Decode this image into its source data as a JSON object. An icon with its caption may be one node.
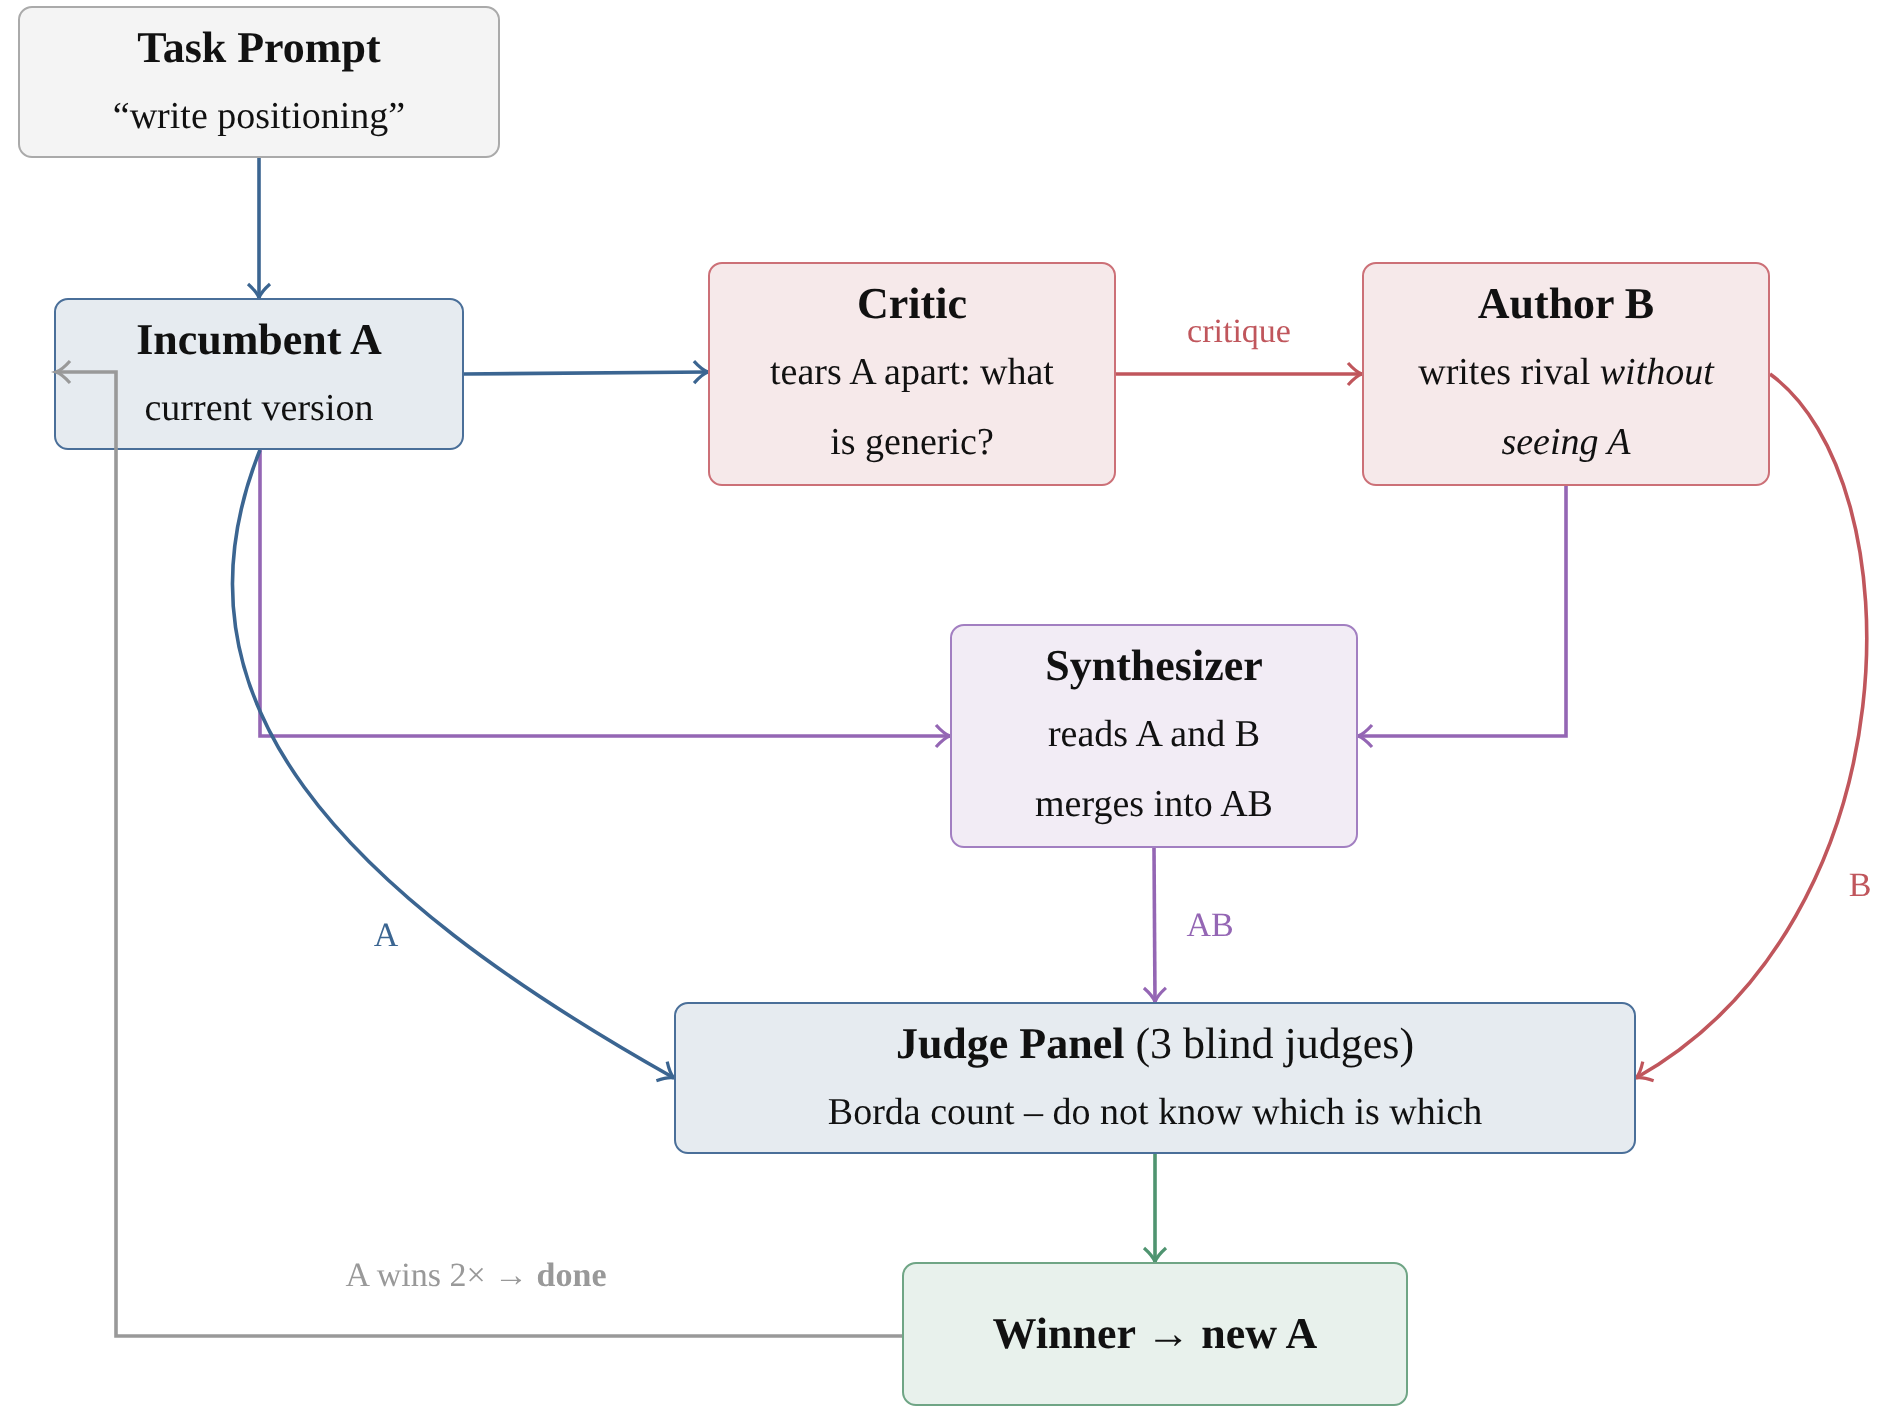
{
  "diagram": {
    "nodes": [
      {
        "text": [
          "Task Prompt",
          "“write positioning”"
        ]
      },
      {
        "text": [
          "Incumbent A",
          "current version"
        ]
      },
      {
        "text": [
          "Critic",
          "tears A apart: what is generic?"
        ]
      },
      {
        "text": [
          "Author B",
          "writes rival *without seeing A*"
        ]
      },
      {
        "text": [
          "Synthesizer",
          "reads A and B",
          "merges into AB"
        ]
      },
      {
        "text": [
          "**Judge Panel** (3 blind judges)",
          "Borda count – do not know which is which"
        ]
      },
      {
        "text": [
          "Winner → new A"
        ]
      }
    ],
    "edges": [
      {
        "from": 0,
        "to": 1,
        "arrow": "to"
      },
      {
        "from": 1,
        "to": 2,
        "arrow": "to"
      },
      {
        "from": 2,
        "to": 3,
        "arrow": "to",
        "label": "critique",
        "color": "#c0565c"
      },
      {
        "from": 3,
        "to": 5,
        "arrow": "to",
        "label": "B",
        "color": "#c0565c"
      },
      {
        "from": 1,
        "to": 4,
        "arrow": "to",
        "color": "#9466b4"
      },
      {
        "from": 3,
        "to": 4,
        "arrow": "to",
        "color": "#9466b4"
      },
      {
        "from": 4,
        "to": 5,
        "arrow": "to",
        "label": "AB",
        "color": "#9466b4"
      },
      {
        "from": 1,
        "to": 5,
        "arrow": "to",
        "label": "A"
      },
      {
        "from": 5,
        "to": 6,
        "arrow": "to",
        "color": "#4f9470"
      },
      {
        "from": 6,
        "to": 1,
        "arrow": "to",
        "label": "A wins 2× → **done**",
        "color": "#999999"
      }
    ]
  }
}
